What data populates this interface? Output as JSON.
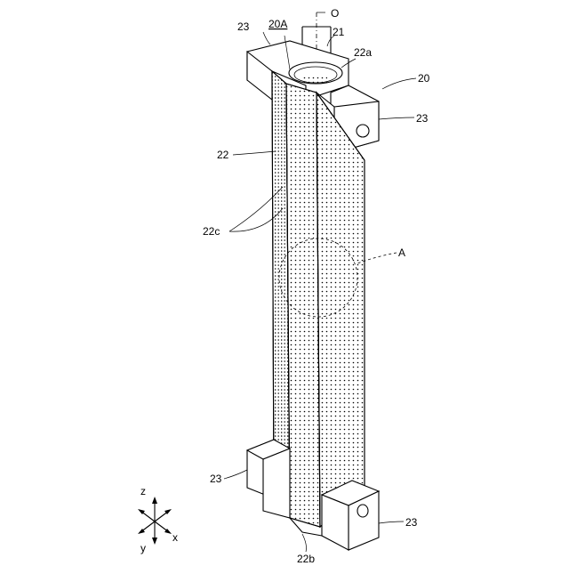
{
  "figure": {
    "labels": {
      "axis_o": "O",
      "ref_20a": "20A",
      "ref_21": "21",
      "ref_22a": "22a",
      "ref_20": "20",
      "ref_23_top_left": "23",
      "ref_23_top_right": "23",
      "ref_22": "22",
      "ref_22c": "22c",
      "ref_a": "A",
      "ref_23_bottom_left": "23",
      "ref_23_bottom_right": "23",
      "ref_22b": "22b"
    },
    "axes": {
      "z": "z",
      "y": "y",
      "x": "x"
    }
  }
}
